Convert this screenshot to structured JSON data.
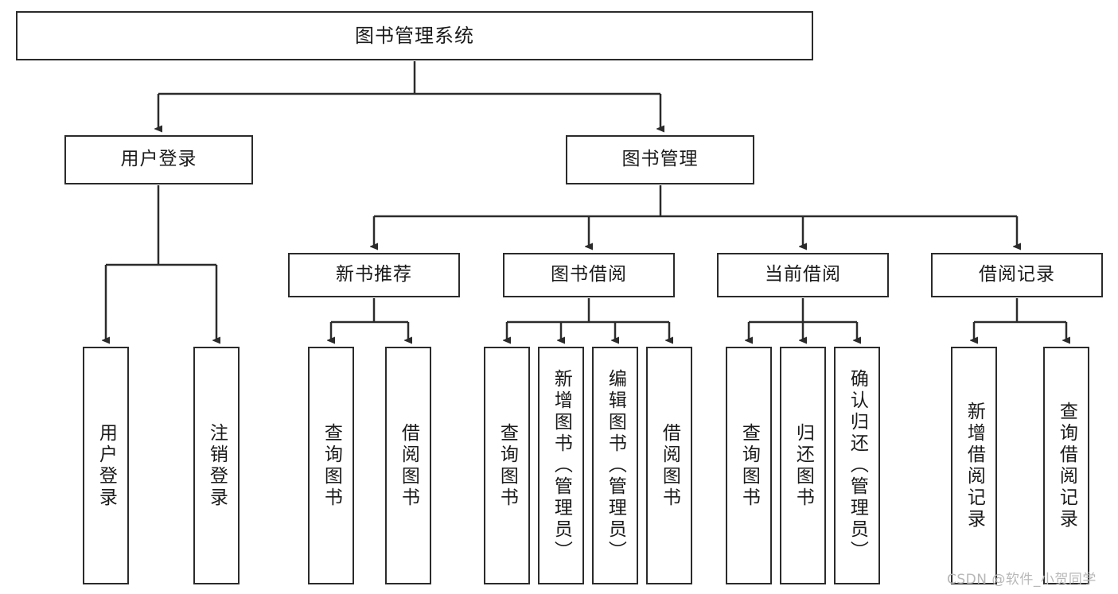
{
  "diagram": {
    "title": "图书管理系统",
    "type": "tree-hierarchy",
    "watermark": "CSDN @软件_小贺同学",
    "colors": {
      "background": "#ffffff",
      "stroke": "#2b2b2b",
      "text": "#1a1a1a",
      "watermark": "#b8b8b8"
    },
    "levels": {
      "root": [
        "图书管理系统"
      ],
      "level2": [
        "用户登录",
        "图书管理"
      ],
      "level3": [
        "新书推荐",
        "图书借阅",
        "当前借阅",
        "借阅记录"
      ],
      "leaves": [
        "用户登录",
        "注销登录",
        "查询图书",
        "借阅图书",
        "查询图书",
        "新增图书（管理员）",
        "编辑图书（管理员）",
        "借阅图书",
        "查询图书",
        "归还图书",
        "确认归还（管理员）",
        "新增借阅记录",
        "查询借阅记录"
      ]
    },
    "nodes": {
      "root": {
        "label": "图书管理系统"
      },
      "user_login": {
        "label": "用户登录"
      },
      "book_manage": {
        "label": "图书管理"
      },
      "new_book_rec": {
        "label": "新书推荐"
      },
      "book_borrow": {
        "label": "图书借阅"
      },
      "current_borrow": {
        "label": "当前借阅"
      },
      "borrow_record": {
        "label": "借阅记录"
      },
      "leaf_user_login": {
        "label": "用户登录"
      },
      "leaf_logout": {
        "label": "注销登录"
      },
      "leaf_query_book_1": {
        "label": "查询图书"
      },
      "leaf_borrow_book_1": {
        "label": "借阅图书"
      },
      "leaf_query_book_2": {
        "label": "查询图书"
      },
      "leaf_add_book": {
        "label": "新增图书（管理员）"
      },
      "leaf_edit_book": {
        "label": "编辑图书（管理员）"
      },
      "leaf_borrow_book_2": {
        "label": "借阅图书"
      },
      "leaf_query_book_3": {
        "label": "查询图书"
      },
      "leaf_return_book": {
        "label": "归还图书"
      },
      "leaf_confirm_return": {
        "label": "确认归还（管理员）"
      },
      "leaf_add_record": {
        "label": "新增借阅记录"
      },
      "leaf_query_record": {
        "label": "查询借阅记录"
      }
    }
  }
}
